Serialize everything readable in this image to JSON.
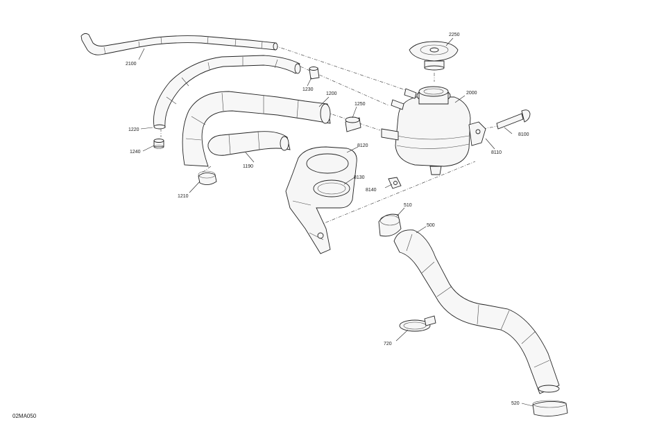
{
  "diagram": {
    "reference_code": "02MA050",
    "callouts": {
      "c2250": "2250",
      "c2100": "2100",
      "c1230": "1230",
      "c1200": "1200",
      "c2000": "2000",
      "c1250": "1250",
      "c1220": "1220",
      "c8100": "8100",
      "c1240": "1240",
      "c8110": "8110",
      "c8120": "8120",
      "c1190": "1190",
      "c8130": "8130",
      "c8140": "8140",
      "c1210": "1210",
      "c510": "510",
      "c500": "500",
      "c720": "720",
      "c520": "520"
    }
  }
}
